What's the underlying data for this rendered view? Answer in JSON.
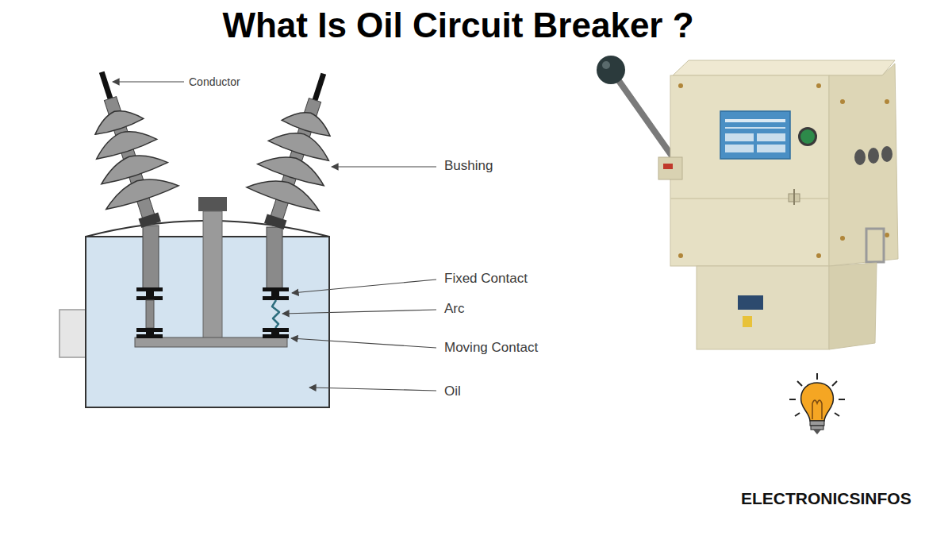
{
  "diagram": {
    "title": "What Is Oil Circuit Breaker ?",
    "labels": [
      "Conductor",
      "Bushing",
      "Fixed Contact",
      "Arc",
      "Moving Contact",
      "Oil",
      "ELECTRONICSINFOS"
    ]
  }
}
